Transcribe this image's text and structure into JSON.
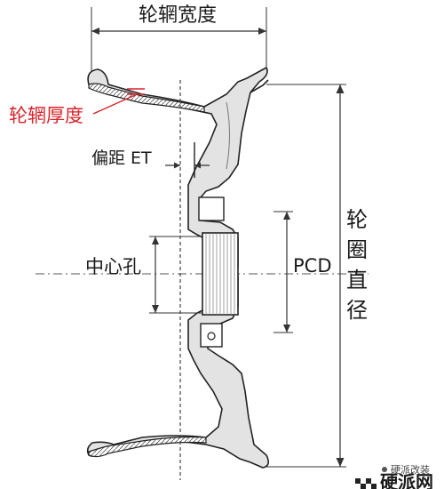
{
  "labels": {
    "rim_width": "轮辋宽度",
    "rim_thickness": "轮辋厚度",
    "offset": "偏距 ET",
    "center_bore": "中心孔",
    "pcd": "PCD",
    "rim_diameter": [
      "轮",
      "圈",
      "直",
      "径"
    ]
  },
  "watermark": {
    "account": "硬派改装",
    "brand": "硬派网"
  },
  "colors": {
    "line": "#222222",
    "fill": "#e3e3e3",
    "accent": "#d8232a",
    "dim": "#333333"
  }
}
